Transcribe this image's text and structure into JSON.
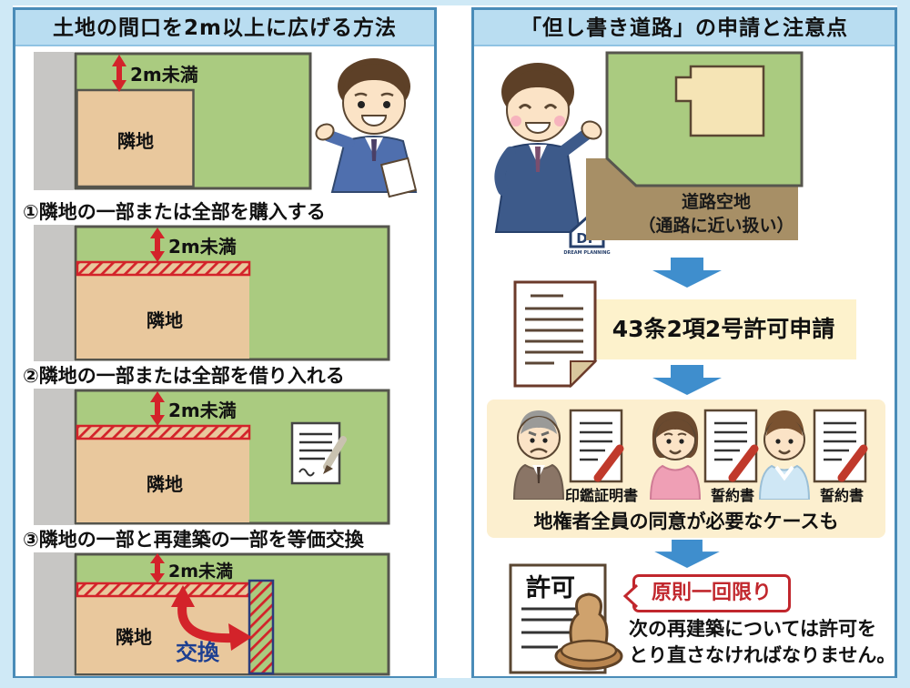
{
  "left_panel": {
    "title": "土地の間口を2m以上に広げる方法",
    "intro": {
      "gap_label": "2m未満",
      "neighbor_label": "隣地"
    },
    "methods": [
      {
        "heading": "①隣地の一部または全部を購入する",
        "gap_label": "2m未満",
        "neighbor_label": "隣地"
      },
      {
        "heading": "②隣地の一部または全部を借り入れる",
        "gap_label": "2m未満",
        "neighbor_label": "隣地"
      },
      {
        "heading": "③隣地の一部と再建築の一部を等価交換",
        "gap_label": "2m未満",
        "neighbor_label": "隣地",
        "exchange_label": "交換"
      }
    ]
  },
  "right_panel": {
    "title": "「但し書き道路」の申請と注意点",
    "map": {
      "road_label_line1": "道路空地",
      "road_label_line2": "（通路に近い扱い）"
    },
    "logo": {
      "text": "DP",
      "subtext": "DREAM PLANNING"
    },
    "application": {
      "label": "43条2項2号許可申請"
    },
    "consent": {
      "documents": [
        "印鑑証明書",
        "誓約書",
        "誓約書"
      ],
      "note": "地権者全員の同意が必要なケースも"
    },
    "permit": {
      "doc_label": "許可",
      "bubble": "原則一回限り",
      "note_line1": "次の再建築については許可を",
      "note_line2": "とり直さなければなりません。"
    }
  },
  "colors": {
    "frame": "#cfe9f6",
    "panel_border": "#4a8cb8",
    "title_bg": "#b9ddf1",
    "land_green": "#aacb80",
    "neighbor_beige": "#e9c89d",
    "road_gray": "#c7c6c4",
    "road_brown": "#a78f66",
    "building_cream": "#f5e4b5",
    "hatch_red": "#d3232a",
    "arrow_blue": "#3f8ecd",
    "banner_yellow": "#fdf2cc",
    "consent_bg": "#fcefcf",
    "bubble_red": "#c1272d",
    "exchange_blue": "#1d3f91"
  }
}
